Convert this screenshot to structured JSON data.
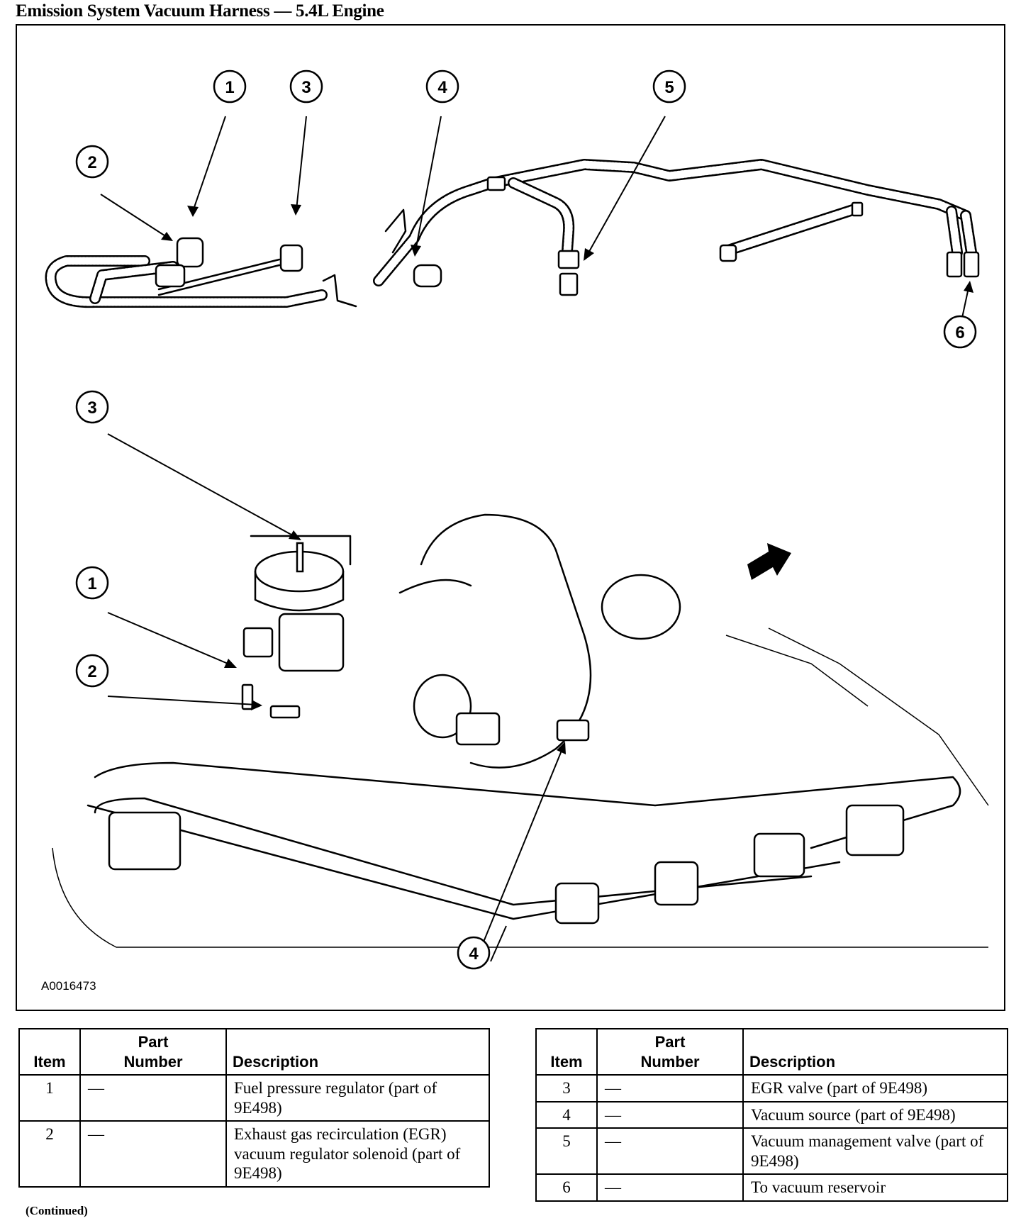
{
  "title": "Emission System Vacuum Harness — 5.4L Engine",
  "figure": {
    "id": "A0016473",
    "callouts_top": [
      "1",
      "2",
      "3",
      "4",
      "5",
      "6"
    ],
    "callouts_engine": [
      "3",
      "1",
      "2",
      "4"
    ]
  },
  "table": {
    "headers": {
      "item": "Item",
      "part_number_line1": "Part",
      "part_number_line2": "Number",
      "description": "Description"
    },
    "rows_left": [
      {
        "item": "1",
        "part": "—",
        "description": "Fuel pressure regulator (part of 9E498)"
      },
      {
        "item": "2",
        "part": "—",
        "description": "Exhaust gas recirculation (EGR) vacuum regulator solenoid (part of 9E498)"
      }
    ],
    "rows_right": [
      {
        "item": "3",
        "part": "—",
        "description": "EGR valve (part of 9E498)"
      },
      {
        "item": "4",
        "part": "—",
        "description": "Vacuum source (part of 9E498)"
      },
      {
        "item": "5",
        "part": "—",
        "description": "Vacuum management valve (part of 9E498)"
      },
      {
        "item": "6",
        "part": "—",
        "description": "To vacuum reservoir"
      }
    ]
  },
  "footer": {
    "continued": "(Continued)"
  }
}
